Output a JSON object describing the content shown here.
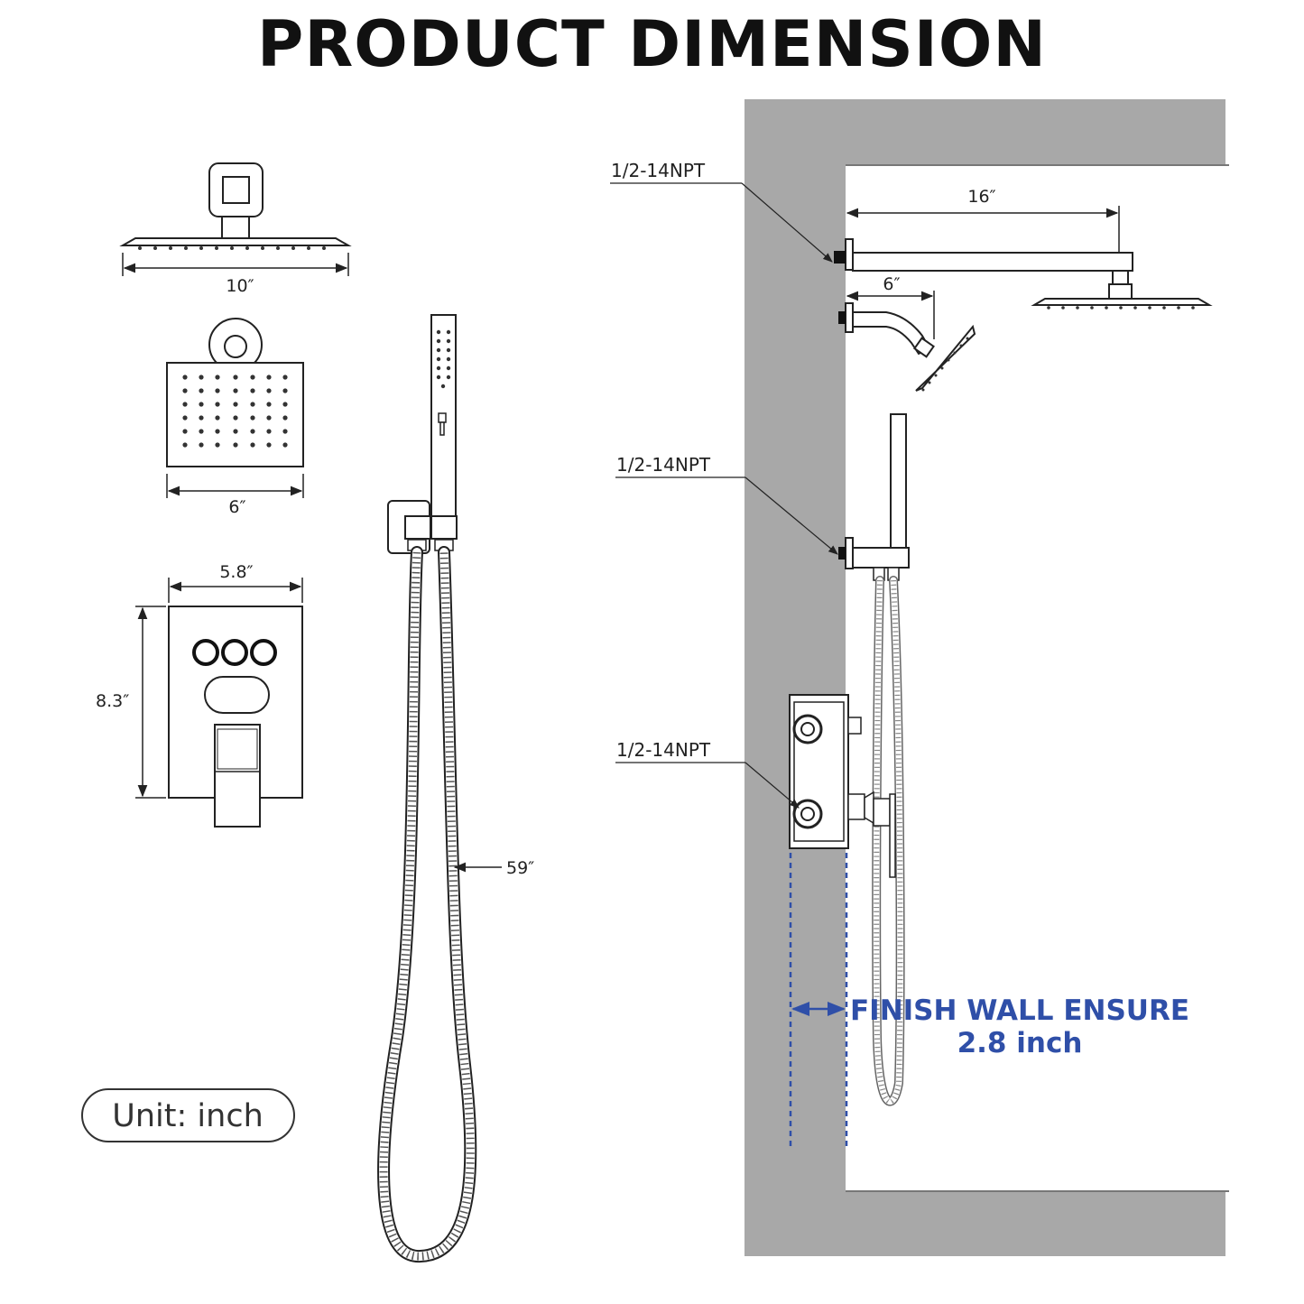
{
  "title": "PRODUCT DIMENSION",
  "dimensions": {
    "rain_head_width": "10″",
    "head_face_width": "6″",
    "valve_plate_width": "5.8″",
    "valve_plate_height": "8.3″",
    "hose_length": "59″",
    "shower_arm_length": "16″",
    "short_arm_length": "6″"
  },
  "thread_labels": {
    "top": "1/2-14NPT",
    "middle": "1/2-14NPT",
    "bottom": "1/2-14NPT"
  },
  "unit_badge": "Unit: inch",
  "finish_wall_note": {
    "line1": "FINISH WALL ENSURE",
    "line2": "2.8 inch"
  },
  "colors": {
    "wall": "#a8a8a8",
    "ink": "#222222",
    "note": "#2f4fa8"
  }
}
